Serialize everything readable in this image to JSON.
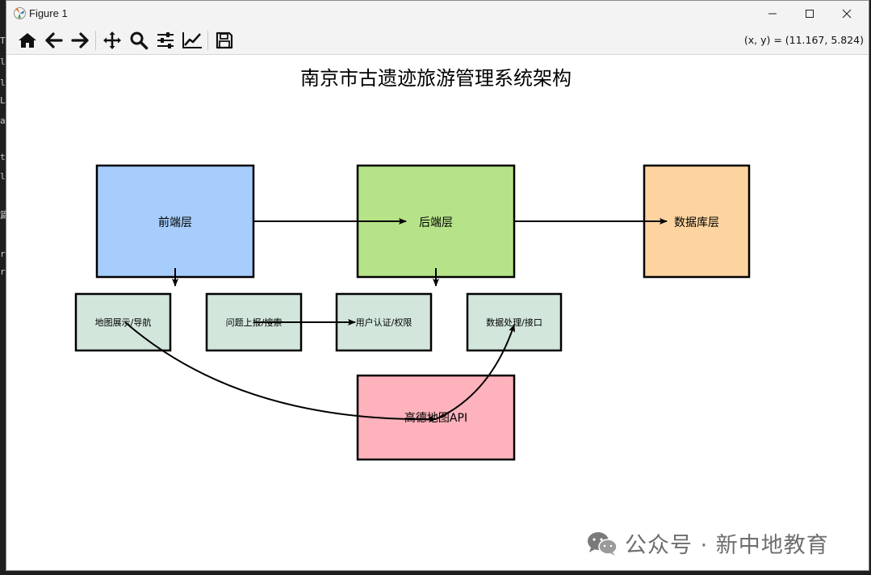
{
  "window": {
    "title": "Figure 1"
  },
  "toolbar": {
    "coords": "(x, y) = (11.167, 5.824)",
    "buttons": [
      "home-icon",
      "back-icon",
      "forward-icon",
      "pan-icon",
      "zoom-icon",
      "configure-subplots-icon",
      "edit-axis-icon",
      "save-icon"
    ]
  },
  "diagram": {
    "title": "南京市古遗迹旅游管理系统架构",
    "layers": {
      "frontend": "前端层",
      "backend": "后端层",
      "database": "数据库层"
    },
    "modules": {
      "map": "地图展示/导航",
      "report": "问题上报/搜索",
      "auth": "用户认证/权限",
      "data": "数据处理/接口"
    },
    "api": "高德地图API",
    "colors": {
      "frontend": "#a6cdfb",
      "backend": "#b6e388",
      "database": "#fdd49f",
      "module": "#d2e6dc",
      "api": "#fdb2bc"
    }
  },
  "watermark": {
    "text": "公众号 · 新中地教育"
  },
  "background": {
    "fragments": [
      "T",
      "l",
      "l",
      "L",
      "a",
      "tr",
      "l",
      "篇",
      "r",
      "r"
    ]
  }
}
